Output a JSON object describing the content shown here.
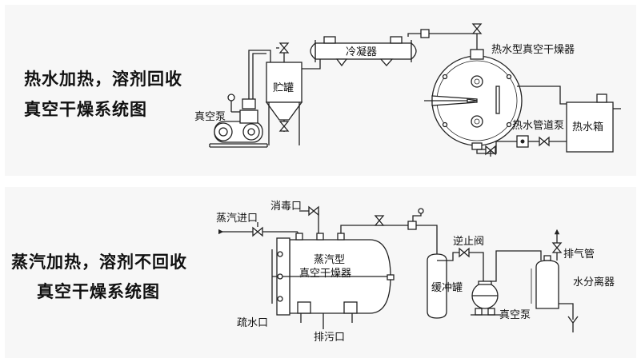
{
  "sections": [
    {
      "title_line1": "热水加热，溶剂回收",
      "title_line2": "真空干燥系统图",
      "labels": {
        "vacuum_pump": "真空泵",
        "storage_tank": "贮罐",
        "condenser": "冷凝器",
        "dryer": "热水型真空干燥器",
        "hot_water_pump": "热水管道泵",
        "hot_water_tank": "热水箱"
      }
    },
    {
      "title_line1": "蒸汽加热，溶剂不回收",
      "title_line2": "真空干燥系统图",
      "labels": {
        "steam_inlet": "蒸汽进口",
        "disinfect_port": "消毒口",
        "dryer_line1": "蒸汽型",
        "dryer_line2": "真空干燥器",
        "drain_water": "疏水口",
        "sewage_port": "排污口",
        "buffer_tank": "缓冲罐",
        "check_valve": "逆止阀",
        "vacuum_pump": "真空泵",
        "vent_pipe": "排气管",
        "water_separator": "水分离器"
      }
    }
  ]
}
